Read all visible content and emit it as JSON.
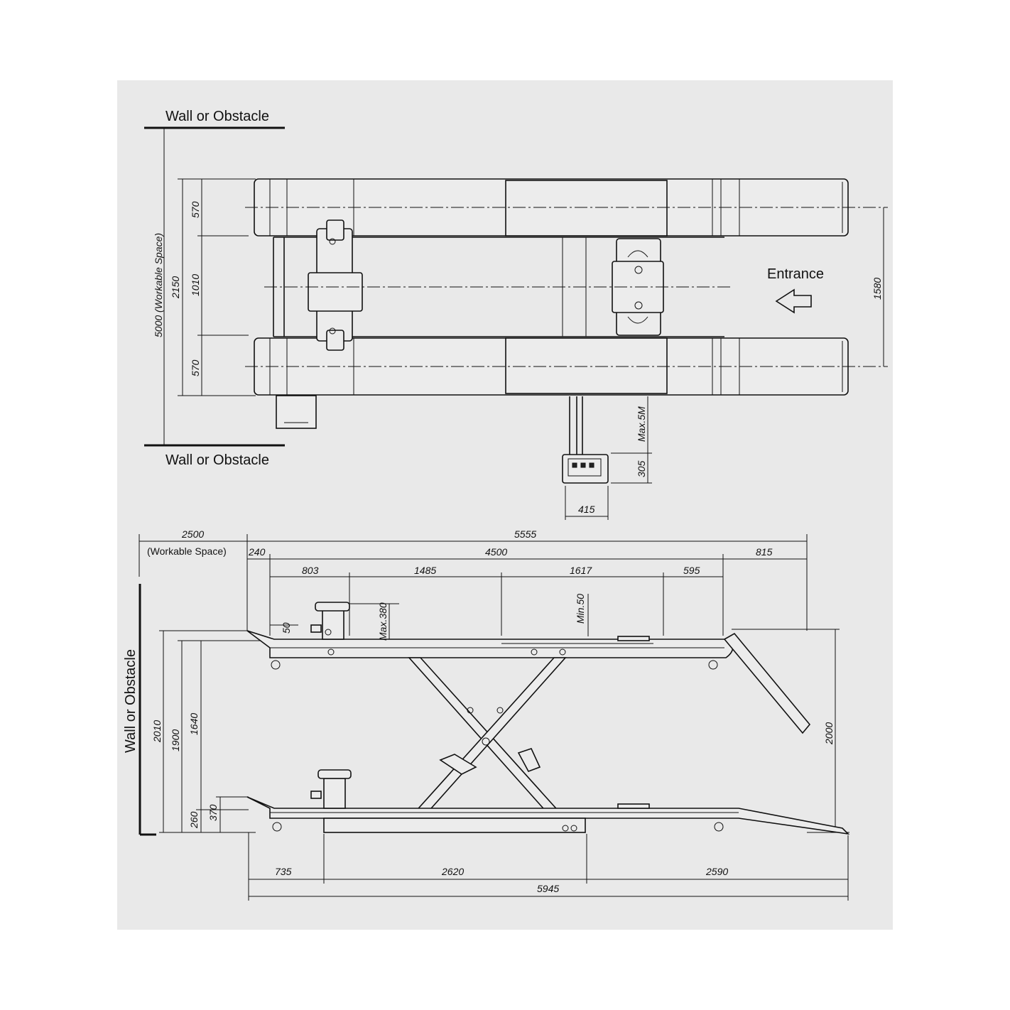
{
  "labels": {
    "wall_top": "Wall or Obstacle",
    "wall_bottom": "Wall or Obstacle",
    "wall_side": "Wall or Obstacle",
    "entrance": "Entrance",
    "workable_top": "5000 (Workable Space)",
    "workable_side_value": "2500",
    "workable_side_text": "(Workable Space)"
  },
  "top_view_dims": {
    "d570_top": "570",
    "d2150": "2150",
    "d1010": "1010",
    "d570_bottom": "570",
    "d1580": "1580",
    "dmax5m": "Max.5M",
    "d305": "305",
    "d415": "415"
  },
  "side_view_dims": {
    "d5555": "5555",
    "d240": "240",
    "d4500": "4500",
    "d815": "815",
    "d803": "803",
    "d1485": "1485",
    "d1617": "1617",
    "d595": "595",
    "d50": "50",
    "dmax380": "Max.380",
    "dmin50": "Min.50",
    "d2010": "2010",
    "d1900": "1900",
    "d1640": "1640",
    "d260": "260",
    "d370": "370",
    "d2000": "2000",
    "d735": "735",
    "d2620": "2620",
    "d2590": "2590",
    "d5945": "5945"
  }
}
